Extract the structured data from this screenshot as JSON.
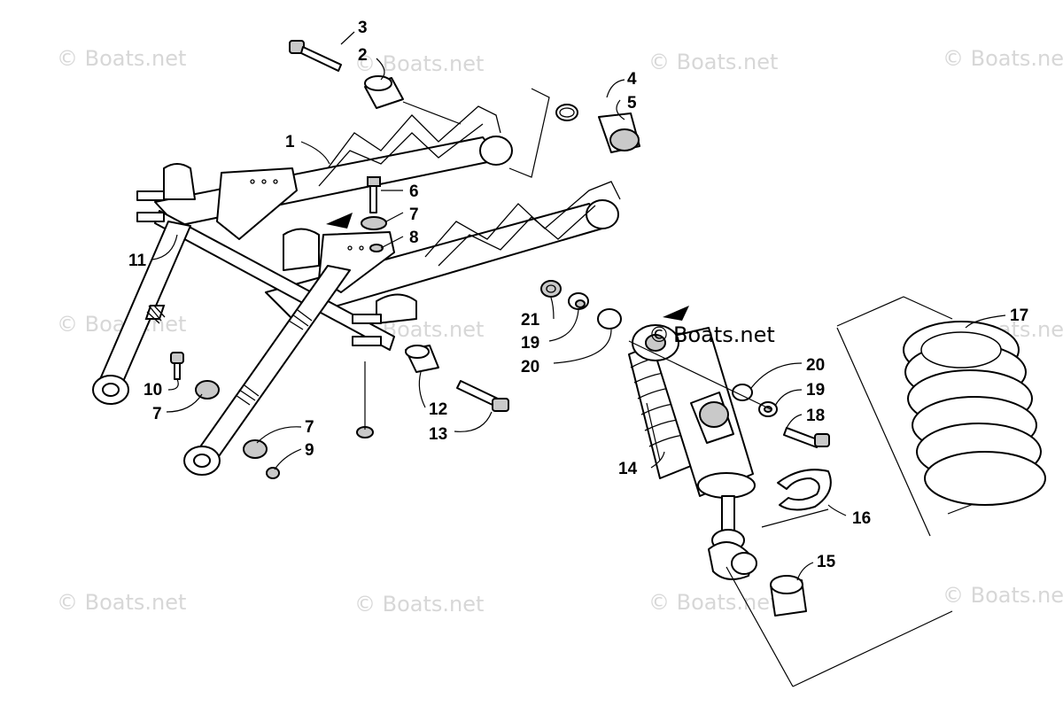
{
  "watermark": {
    "text": "© Boats.net",
    "copyright_symbol": "©",
    "brand": "Boats.net"
  },
  "callouts": {
    "p1": "1",
    "p2": "2",
    "p3": "3",
    "p4": "4",
    "p5": "5",
    "p6": "6",
    "p7a": "7",
    "p7b": "7",
    "p7c": "7",
    "p8": "8",
    "p9": "9",
    "p10": "10",
    "p11": "11",
    "p12": "12",
    "p13": "13",
    "p14": "14",
    "p15": "15",
    "p16": "16",
    "p17": "17",
    "p18": "18",
    "p19a": "19",
    "p19b": "19",
    "p20a": "20",
    "p20b": "20",
    "p21": "21"
  }
}
